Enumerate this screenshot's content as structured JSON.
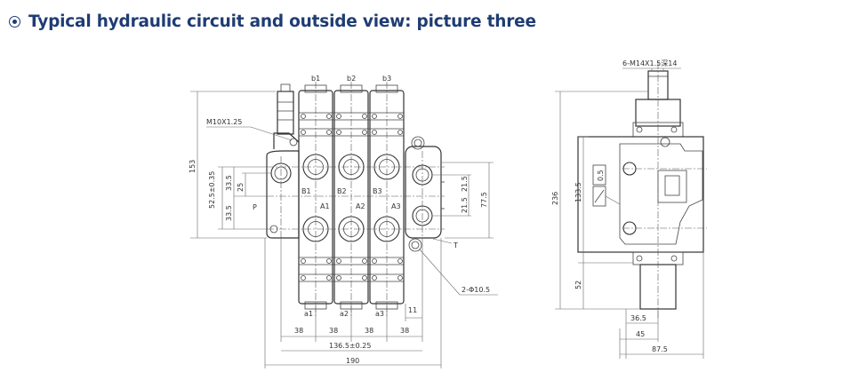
{
  "heading": {
    "text": "Typical hydraulic circuit and outside view: picture three"
  },
  "front_view": {
    "ports_b": [
      "b1",
      "b2",
      "b3"
    ],
    "ports_a": [
      "a1",
      "a2",
      "a3"
    ],
    "work_ports_B": [
      "B1",
      "B2",
      "B3"
    ],
    "work_ports_A": [
      "A1",
      "A2",
      "A3"
    ],
    "inlet_label": "P",
    "tank_label": "T",
    "thread_label": "M10X1.25",
    "mount_holes": "2-Φ10.5",
    "dims": {
      "overall_height": "153",
      "height_52_5": "52.5±0.35",
      "height_33_5_upper": "33.5",
      "height_25": "25",
      "height_33_5_lower": "33.5",
      "right_21_5_a": "21.5",
      "right_21_5_b": "21.5",
      "right_77_5": "77.5",
      "pitch": [
        "38",
        "38",
        "38",
        "38"
      ],
      "right_11": "11",
      "span": "136.5±0.25",
      "overall_width": "190"
    }
  },
  "side_view": {
    "thread_label": "6-M14X1.5深14",
    "symbol_value": "0.5",
    "dims": {
      "overall_height": "236",
      "upper_height": "133.5",
      "lower_height": "52",
      "w_36_5": "36.5",
      "w_45": "45",
      "w_87_5": "87.5"
    }
  }
}
